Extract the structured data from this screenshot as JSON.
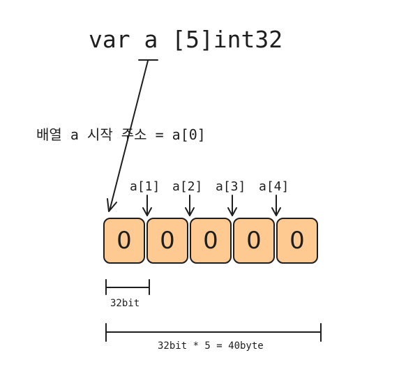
{
  "title": "var a [5]int32",
  "start_label": "배열 a 시작 주소 = a[0]",
  "cells": [
    "0",
    "0",
    "0",
    "0",
    "0"
  ],
  "index_labels": [
    "a[1]",
    "a[2]",
    "a[3]",
    "a[4]"
  ],
  "element_size_label": "32bit",
  "total_size_label": "32bit * 5 = 40byte",
  "colors": {
    "cell_fill": "#ffc992",
    "stroke": "#1e1e1e"
  }
}
